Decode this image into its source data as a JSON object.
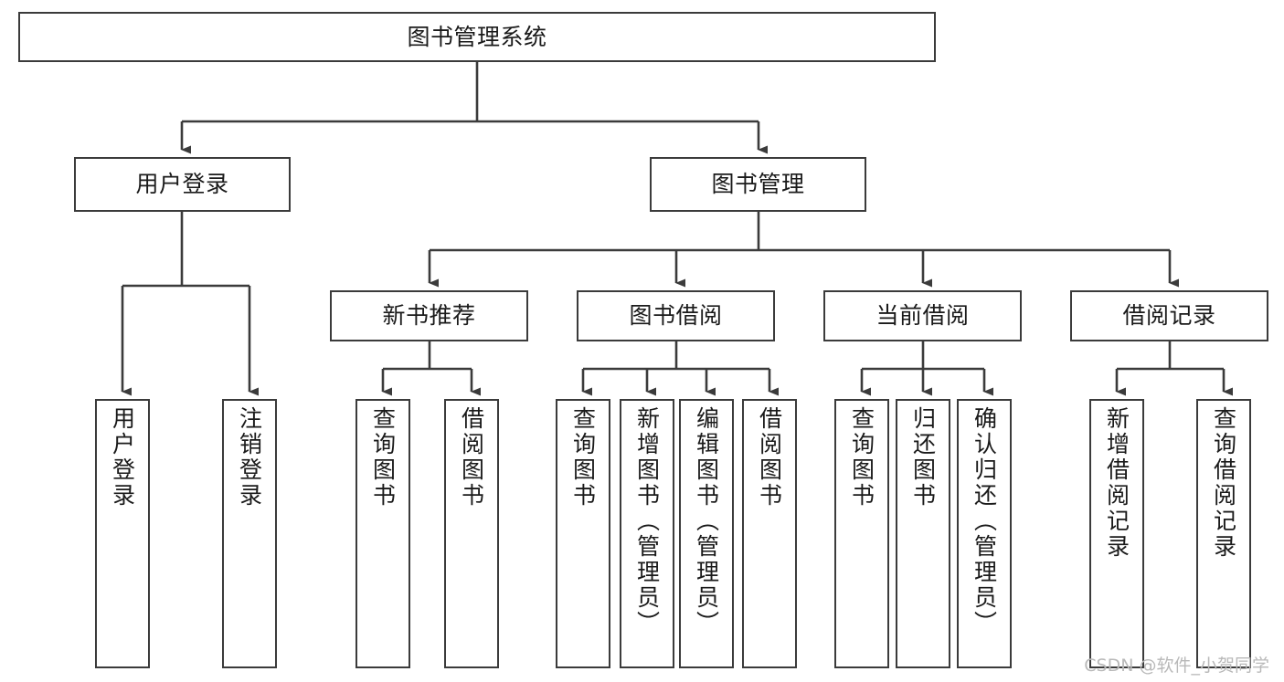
{
  "diagram": {
    "type": "tree",
    "title": "图书管理系统",
    "orientation": "top-down",
    "colors": {
      "box_border": "#3b3b3b",
      "box_fill": "#ffffff",
      "connector": "#3b3b3b",
      "text": "#1a1a1a",
      "watermark": "#b9b9b9",
      "background": "#ffffff"
    },
    "root": {
      "label": "图书管理系统"
    },
    "level2": [
      {
        "label": "用户登录"
      },
      {
        "label": "图书管理"
      }
    ],
    "level3": [
      {
        "label": "新书推荐"
      },
      {
        "label": "图书借阅"
      },
      {
        "label": "当前借阅"
      },
      {
        "label": "借阅记录"
      }
    ],
    "leaves": {
      "user_login": [
        {
          "label": "用户登录"
        },
        {
          "label": "注销登录"
        }
      ],
      "new_book_recommend": [
        {
          "label": "查询图书"
        },
        {
          "label": "借阅图书"
        }
      ],
      "book_borrow": [
        {
          "label": "查询图书"
        },
        {
          "label": "新增图书（管理员）"
        },
        {
          "label": "编辑图书（管理员）"
        },
        {
          "label": "借阅图书"
        }
      ],
      "current_borrow": [
        {
          "label": "查询图书"
        },
        {
          "label": "归还图书"
        },
        {
          "label": "确认归还（管理员）"
        }
      ],
      "borrow_record": [
        {
          "label": "新增借阅记录"
        },
        {
          "label": "查询借阅记录"
        }
      ]
    }
  },
  "watermark": {
    "text": "CSDN @软件_小贺同学"
  }
}
